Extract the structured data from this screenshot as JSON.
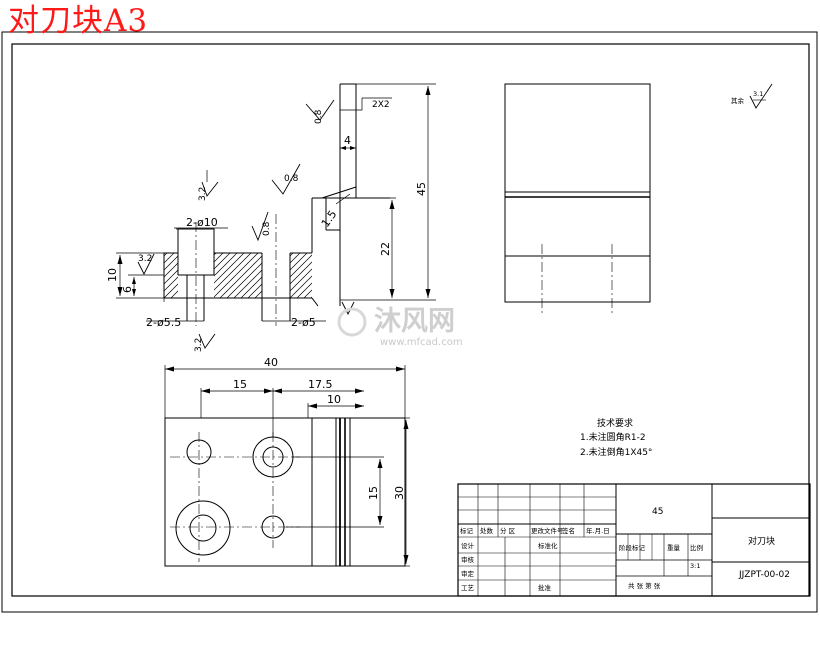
{
  "header": {
    "title": "对刀块A3"
  },
  "dimensions": {
    "d_2x10": "2-ø10",
    "d_2x5_5": "2-ø5.5",
    "d_2x5": "2-ø5",
    "d_10": "10",
    "d_6": "6",
    "d_4": "4",
    "d_45": "45",
    "d_22": "22",
    "d_1_5": "1.5",
    "d_40": "40",
    "d_15_top": "15",
    "d_17_5": "17.5",
    "d_10_plan": "10",
    "d_15_side": "15",
    "d_30": "30"
  },
  "roughness": {
    "r_3_2_a": "3.2",
    "r_3_2_b": "3.2",
    "r_3_2_c": "3.2",
    "r_0_8_a": "0.8",
    "r_0_8_b": "0.8",
    "r_0_8_c": "0.8",
    "r_2x2": "2X2",
    "rest_label": "其余",
    "rest_value": "3.1"
  },
  "notes": {
    "heading": "技术要求",
    "item1": "1.未注圆角R1-2",
    "item2": "2.未注倒角1X45°"
  },
  "title_block": {
    "material": "45",
    "part_name": "对刀块",
    "drawing_no": "JJZPT-00-02",
    "scale": "3:1",
    "r_mark": "标记",
    "r_count": "处数",
    "r_zone": "分 区",
    "r_change": "更改文件号",
    "r_sign": "签名",
    "r_date": "年.月.日",
    "r_design": "设计",
    "r_std": "标准化",
    "r_check": "审核",
    "r_proc": "工艺",
    "r_approve": "批准",
    "r_review": "审定",
    "stage": "阶段标记",
    "weight": "重量",
    "scale_label": "比例",
    "sheets": "共   张   第   张"
  },
  "watermark": {
    "brand": "沐风网",
    "url": "www.mfcad.com"
  }
}
